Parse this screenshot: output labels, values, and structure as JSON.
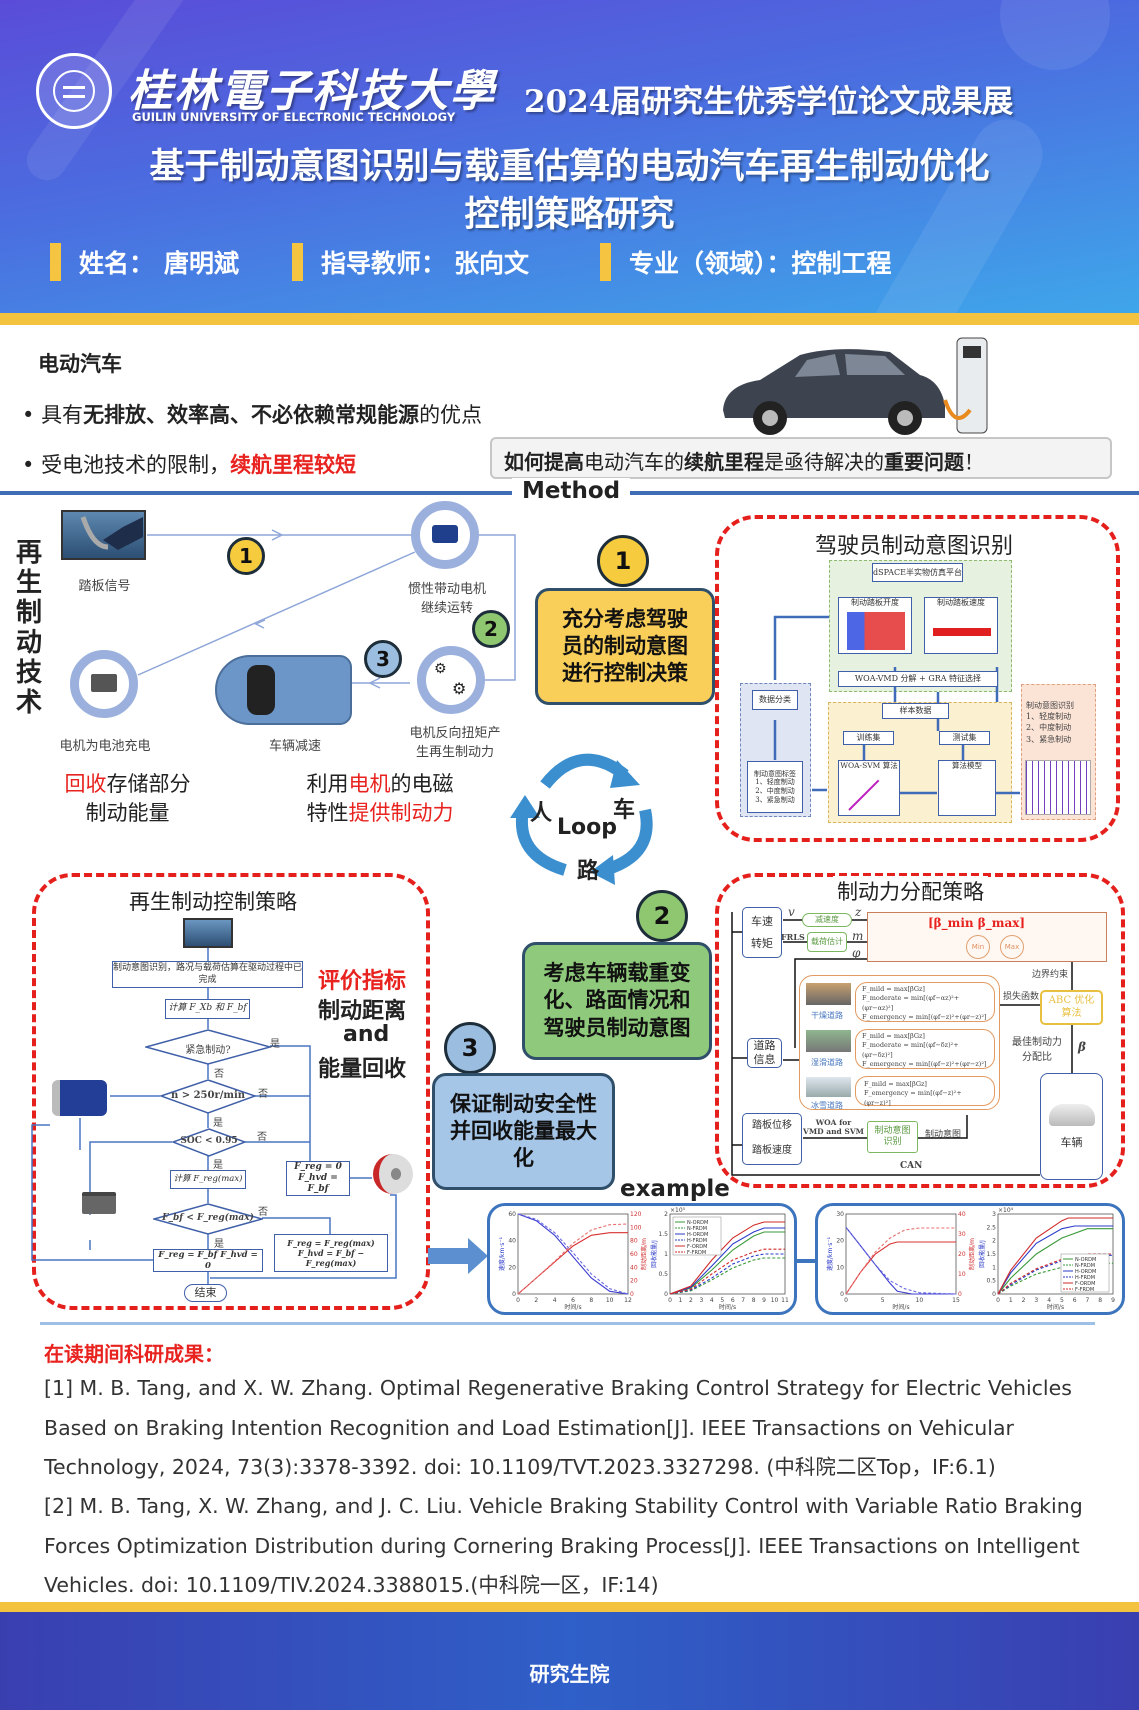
{
  "header": {
    "university_cn": "桂林電子科技大學",
    "university_en": "GUILIN UNIVERSITY OF ELECTRONIC TECHNOLOGY",
    "exhibition": "2024届研究生优秀学位论文成果展",
    "title_line1": "基于制动意图识别与载重估算的电动汽车再生制动优化",
    "title_line2": "控制策略研究",
    "name_label": "姓名：",
    "name": "唐明斌",
    "advisor_label": "指导教师：",
    "advisor": "张向文",
    "major_label": "专业（领域）：",
    "major": "控制工程"
  },
  "intro": {
    "heading": "电动汽车",
    "bullet1_pre": "具有",
    "bullet1_bold": "无排放、效率高、不必依赖常规能源",
    "bullet1_post": "的优点",
    "bullet2_pre": "受电池技术的限制，",
    "bullet2_red": "续航里程较短",
    "question": {
      "p1": "如何提高",
      "p2": "电动汽车的",
      "p3": "续航里程",
      "p4": "是亟待解决的",
      "p5": "重要问题",
      "p6": "！"
    }
  },
  "method_label": "Method",
  "regen": {
    "vertical_title": "再生制动技术",
    "pedal": "踏板信号",
    "motor": "惯性带动电机\n继续运转",
    "torque": "电机反向扭矩产\n生再生制动力",
    "decel": "车辆减速",
    "charge": "电机为电池充电",
    "n1": "1",
    "n2": "2",
    "n3": "3",
    "left_red": "回收",
    "left_rest1": "存储部分",
    "left_rest2": "制动能量",
    "right_a": "利用",
    "right_red1": "电机",
    "right_b": "的电磁",
    "right_c": "特性",
    "right_red2": "提供制动力"
  },
  "steps": {
    "s1_num": "1",
    "s1": "充分考虑驾驶员的制动意图进行控制决策",
    "s2_num": "2",
    "s2": "考虑车辆载重变化、路面情况和驾驶员制动意图",
    "s3_num": "3",
    "s3": "保证制动安全性并回收能量最大化",
    "loop": {
      "human": "人",
      "car": "车",
      "road": "路",
      "loop": "Loop"
    },
    "example": "example"
  },
  "intent": {
    "title": "驾驶员制动意图识别",
    "dspace": "dSPACE半实物仿真平台",
    "pedal_open": "制动踏板开度",
    "pedal_speed": "制动踏板速度",
    "woa_vmd": "WOA-VMD 分解 + GRA 特征选择",
    "classify": "数据分类",
    "labels": "制动意图标签\n1、轻度制动\n2、中度制动\n3、紧急制动",
    "samples": "样本数据",
    "train": "训练集",
    "test": "测试集",
    "svm": "WOA-SVM 算法",
    "model": "算法模型",
    "result": "制动意图识别\n1、轻度制动\n2、中度制动\n3、紧急制动"
  },
  "strategy": {
    "title": "再生制动控制策略",
    "b1": "制动意图识别，路况与载荷估算在驱动过程中已完成",
    "b2": "计算 F_Xb 和 F_bf",
    "d1": "紧急制动?",
    "d2": "n > 250r/min",
    "d3": "SOC < 0.95",
    "b3": "计算 F_reg(max)",
    "d4": "F_bf < F_reg(max)",
    "b4": "F_reg = F_bf   F_hvd = 0",
    "b5": "F_reg = 0\nF_hvd = F_bf",
    "b6": "F_reg = F_reg(max)\nF_hvd = F_bf − F_reg(max)",
    "end": "结束",
    "yes": "是",
    "no": "否",
    "eval_title": "评价指标",
    "eval1": "制动距离",
    "eval2": "and",
    "eval3": "能量回收"
  },
  "distribution": {
    "title": "制动力分配策略",
    "speed": "车速",
    "torque": "转矩",
    "decel": "减速度",
    "load": "载荷估计",
    "frls": "FRLS",
    "v": "v",
    "z": "z",
    "m": "m",
    "phi": "φ",
    "bounds": "[β_min   β_max]",
    "min": "Min",
    "max": "Max",
    "boundary": "边界约束",
    "loss": "损失函数",
    "abc": "ABC 优化\n算法",
    "best": "最佳制动力\n分配比",
    "beta": "β",
    "road": "道路\n信息",
    "dry": "干燥道路",
    "wet": "湿滑道路",
    "snow": "冰雪道路",
    "f_dry": "F_mild = max[βGz]\nF_moderate = min[(φf−αz)²+(φr−αz)²]\nF_emergency = min[(φf−z)²+(φr−z)²]",
    "f_wet": "F_mild = max[βGz]\nF_moderate = min[(φf−δz)²+(φr−δz)²]\nF_emergency = min[(φf−z)²+(φr−z)²]",
    "f_snow": "F_mild = max[βGz]\nF_emergency = min[(φf−z)²+(φr−z)²]",
    "pedal": "踏板位移\n\n踏板速度",
    "woa": "WOA for\nVMD and SVM",
    "intent": "制动意图\n识别",
    "intent_out": "制动意图",
    "vehicle": "车辆",
    "can": "CAN"
  },
  "chart_data": [
    {
      "type": "line",
      "xlabel": "时间/s",
      "ylabel": "速度/km·s⁻¹",
      "y2label": "制动距离/m",
      "xlim": [
        0,
        12
      ],
      "ylim": [
        0,
        60
      ],
      "y2lim": [
        0,
        120
      ],
      "xticks": [
        0,
        2,
        4,
        6,
        8,
        10,
        12
      ],
      "yticks": [
        0,
        20,
        40,
        60
      ],
      "y2ticks": [
        0,
        20,
        40,
        60,
        80,
        100,
        120
      ],
      "series": [
        {
          "name": "speed",
          "axis": "left",
          "color": "#3a3ad0",
          "x": [
            0,
            2,
            4,
            6,
            8,
            10,
            12
          ],
          "y": [
            60,
            55,
            44,
            28,
            12,
            2,
            0
          ]
        },
        {
          "name": "speed-2",
          "axis": "left",
          "color": "#6a6ae0",
          "dash": true,
          "x": [
            0,
            2,
            4,
            6,
            8,
            10,
            12
          ],
          "y": [
            60,
            56,
            46,
            31,
            15,
            4,
            0
          ]
        },
        {
          "name": "distance",
          "axis": "right",
          "color": "#d83030",
          "x": [
            0,
            2,
            4,
            6,
            8,
            10,
            12
          ],
          "y": [
            0,
            24,
            48,
            72,
            88,
            92,
            92
          ]
        },
        {
          "name": "distance-2",
          "axis": "right",
          "color": "#e87070",
          "dash": true,
          "x": [
            0,
            2,
            4,
            6,
            8,
            10,
            12
          ],
          "y": [
            0,
            24,
            49,
            76,
            96,
            104,
            105
          ]
        }
      ]
    },
    {
      "type": "line",
      "xlabel": "时间/s",
      "ylabel": "回收能量/J",
      "multiplier": "×10⁵",
      "xlim": [
        0,
        11
      ],
      "ylim": [
        0,
        2
      ],
      "xticks": [
        0,
        1,
        2,
        3,
        4,
        5,
        6,
        7,
        8,
        9,
        10,
        11
      ],
      "yticks": [
        0,
        0.5,
        1,
        1.5,
        2
      ],
      "legend": "top-left",
      "series": [
        {
          "name": "N-ORDM",
          "color": "#3a9a3a",
          "x": [
            0,
            2,
            4,
            6,
            8,
            9,
            11
          ],
          "y": [
            0,
            0.15,
            0.6,
            1.1,
            1.45,
            1.55,
            1.55
          ]
        },
        {
          "name": "N-FRDM",
          "color": "#3a9a3a",
          "dash": true,
          "x": [
            0,
            2,
            4,
            6,
            8,
            9,
            11
          ],
          "y": [
            0,
            0.08,
            0.35,
            0.65,
            0.85,
            0.9,
            0.9
          ]
        },
        {
          "name": "H-ORDM",
          "color": "#2a3ac8",
          "x": [
            0,
            2,
            4,
            6,
            8,
            9,
            11
          ],
          "y": [
            0,
            0.17,
            0.7,
            1.25,
            1.55,
            1.65,
            1.65
          ]
        },
        {
          "name": "H-FRDM",
          "color": "#2a3ac8",
          "dash": true,
          "x": [
            0,
            2,
            4,
            6,
            8,
            9,
            11
          ],
          "y": [
            0,
            0.1,
            0.4,
            0.75,
            0.95,
            1.0,
            1.0
          ]
        },
        {
          "name": "F-ORDM",
          "color": "#d02a2a",
          "x": [
            0,
            2,
            4,
            6,
            8,
            9,
            11
          ],
          "y": [
            0,
            0.2,
            0.85,
            1.4,
            1.72,
            1.8,
            1.8
          ]
        },
        {
          "name": "F-FRDM",
          "color": "#d02a2a",
          "dash": true,
          "x": [
            0,
            2,
            4,
            6,
            8,
            9,
            11
          ],
          "y": [
            0,
            0.12,
            0.5,
            0.85,
            1.05,
            1.12,
            1.12
          ]
        }
      ]
    },
    {
      "type": "line",
      "xlabel": "时间/s",
      "ylabel": "速度/km·s⁻¹",
      "y2label": "制动距离/m",
      "xlim": [
        0,
        15
      ],
      "ylim": [
        0,
        30
      ],
      "y2lim": [
        0,
        40
      ],
      "xticks": [
        0,
        5,
        10,
        15
      ],
      "yticks": [
        0,
        10,
        20,
        30
      ],
      "y2ticks": [
        0,
        10,
        20,
        30,
        40
      ],
      "series": [
        {
          "name": "speed",
          "axis": "left",
          "color": "#3a3ad0",
          "x": [
            0,
            2,
            4,
            6,
            7,
            9,
            15
          ],
          "y": [
            25,
            18,
            11,
            4,
            1,
            0,
            0
          ]
        },
        {
          "name": "speed-2",
          "axis": "left",
          "color": "#6a6ae0",
          "dash": true,
          "x": [
            0,
            2,
            4,
            6,
            8,
            10,
            15
          ],
          "y": [
            25,
            18,
            11,
            5,
            2,
            0.5,
            0
          ]
        },
        {
          "name": "distance",
          "axis": "right",
          "color": "#d83030",
          "x": [
            0,
            2,
            4,
            6,
            7,
            9,
            15
          ],
          "y": [
            0,
            11,
            20,
            25,
            26,
            26,
            26
          ]
        },
        {
          "name": "distance-2",
          "axis": "right",
          "color": "#e87070",
          "dash": true,
          "x": [
            0,
            2,
            4,
            6,
            8,
            10,
            15
          ],
          "y": [
            0,
            11,
            21,
            28,
            32,
            33,
            33
          ]
        }
      ]
    },
    {
      "type": "line",
      "xlabel": "时间/s",
      "ylabel": "回收能量/J",
      "multiplier": "×10⁴",
      "xlim": [
        0,
        9
      ],
      "ylim": [
        0,
        3
      ],
      "xticks": [
        0,
        1,
        2,
        3,
        4,
        5,
        6,
        7,
        8,
        9
      ],
      "yticks": [
        0,
        0.5,
        1,
        1.5,
        2,
        2.5,
        3
      ],
      "legend": "bottom-right",
      "series": [
        {
          "name": "N-ORDM",
          "color": "#3a9a3a",
          "x": [
            0,
            1,
            3,
            5,
            7,
            9
          ],
          "y": [
            0,
            0.6,
            1.5,
            2.1,
            2.45,
            2.45
          ]
        },
        {
          "name": "N-FRDM",
          "color": "#3a9a3a",
          "dash": true,
          "x": [
            0,
            1,
            3,
            5,
            7,
            9
          ],
          "y": [
            0,
            0.3,
            0.75,
            1.0,
            1.15,
            1.15
          ]
        },
        {
          "name": "H-ORDM",
          "color": "#2a3ac8",
          "x": [
            0,
            1,
            3,
            5,
            6,
            9
          ],
          "y": [
            0,
            0.8,
            1.9,
            2.45,
            2.55,
            2.55
          ]
        },
        {
          "name": "H-FRDM",
          "color": "#2a3ac8",
          "dash": true,
          "x": [
            0,
            1,
            3,
            5,
            7,
            9
          ],
          "y": [
            0,
            0.35,
            0.9,
            1.25,
            1.45,
            1.45
          ]
        },
        {
          "name": "F-ORDM",
          "color": "#d02a2a",
          "x": [
            0,
            1,
            3,
            5,
            5.5,
            9
          ],
          "y": [
            0,
            0.9,
            2.1,
            2.75,
            2.85,
            2.85
          ]
        },
        {
          "name": "F-FRDM",
          "color": "#d02a2a",
          "dash": true,
          "x": [
            0,
            1,
            3,
            5,
            7,
            9
          ],
          "y": [
            0,
            0.4,
            0.95,
            1.3,
            1.5,
            1.5
          ]
        }
      ]
    }
  ],
  "references": {
    "heading": "在读期间科研成果：",
    "r1": "[1] M. B. Tang, and X. W. Zhang. Optimal Regenerative Braking Control Strategy for Electric Vehicles Based on Braking Intention Recognition and Load Estimation[J]. IEEE Transactions on Vehicular Technology, 2024, 73(3):3378-3392. doi: 10.1109/TVT.2023.3327298. (中科院二区Top，IF:6.1)",
    "r2": "[2] M. B. Tang, X. W. Zhang, and J. C. Liu. Vehicle Braking Stability Control with Variable Ratio Braking Forces Optimization Distribution during Cornering Braking Process[J]. IEEE Transactions on Intelligent Vehicles. doi: 10.1109/TIV.2024.3388015.(中科院一区，IF:14)"
  },
  "footer": {
    "text": "研究生院"
  }
}
